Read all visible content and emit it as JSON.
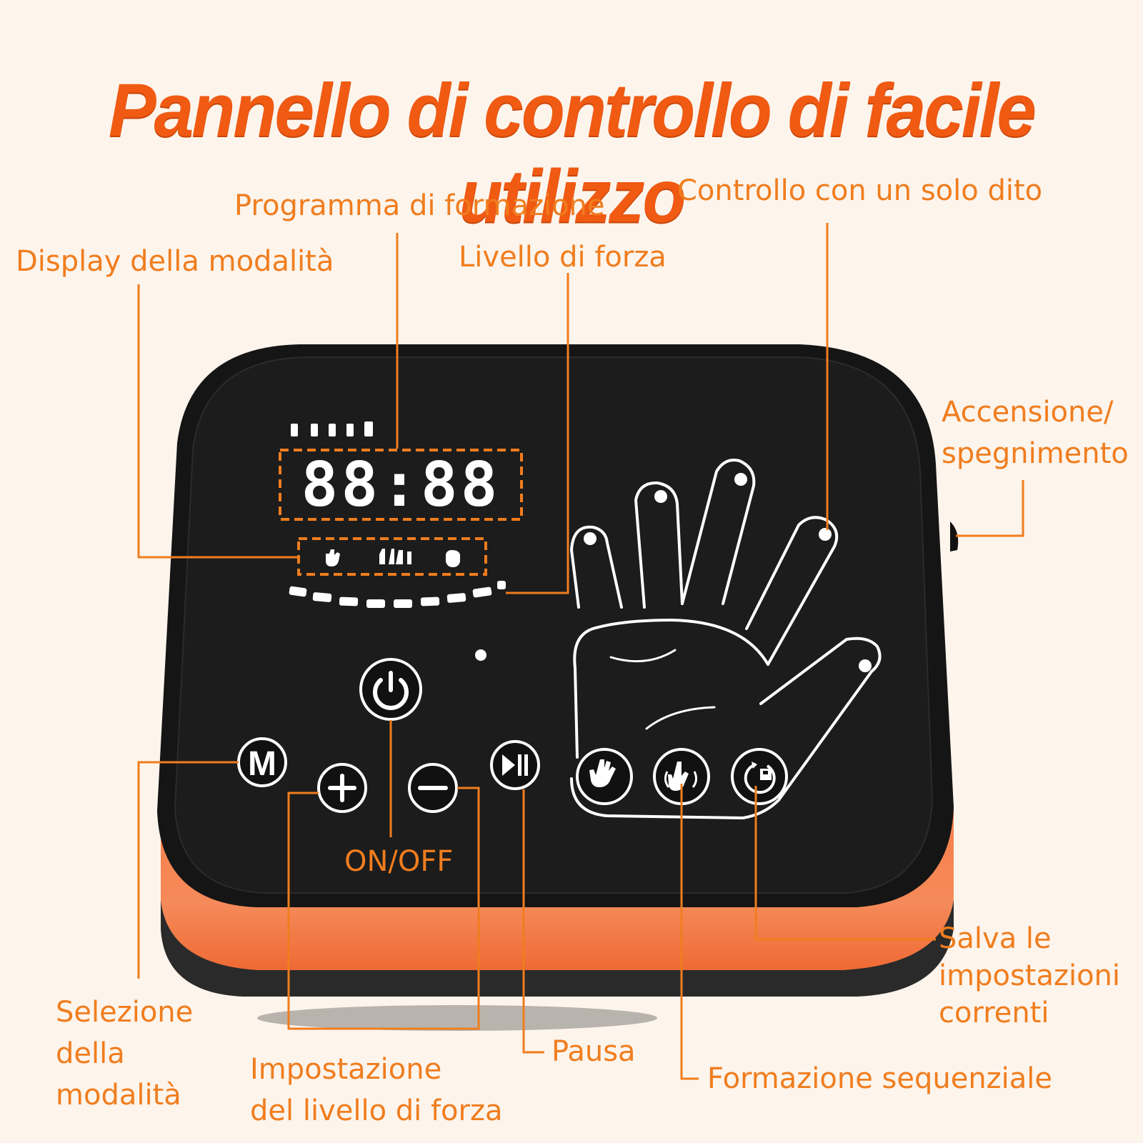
{
  "title": "Pannello di controllo di facile utilizzo",
  "labels": {
    "programma": "Programma di formazione",
    "controllo_dito": "Controllo con un solo dito",
    "display_modalita": "Display della modalità",
    "livello_forza": "Livello di forza",
    "accensione_1": "Accensione/",
    "accensione_2": "spegnimento",
    "on_off": "ON/OFF",
    "salva_1": "Salva le",
    "salva_2": "impostazioni",
    "salva_3": "correnti",
    "selezione_1": "Selezione",
    "selezione_2": "della",
    "selezione_3": "modalità",
    "impostazione_1": "Impostazione",
    "impostazione_2": "del livello di forza",
    "pausa": "Pausa",
    "sequenziale": "Formazione sequenziale"
  },
  "display": {
    "digits": "88:88"
  },
  "buttons": {
    "mode": "M"
  },
  "colors": {
    "accent": "#f07d1e",
    "title": "#f05a12",
    "device_body": "#1b1b1b",
    "device_base": "#f47c45",
    "background": "#fdf4ec"
  }
}
